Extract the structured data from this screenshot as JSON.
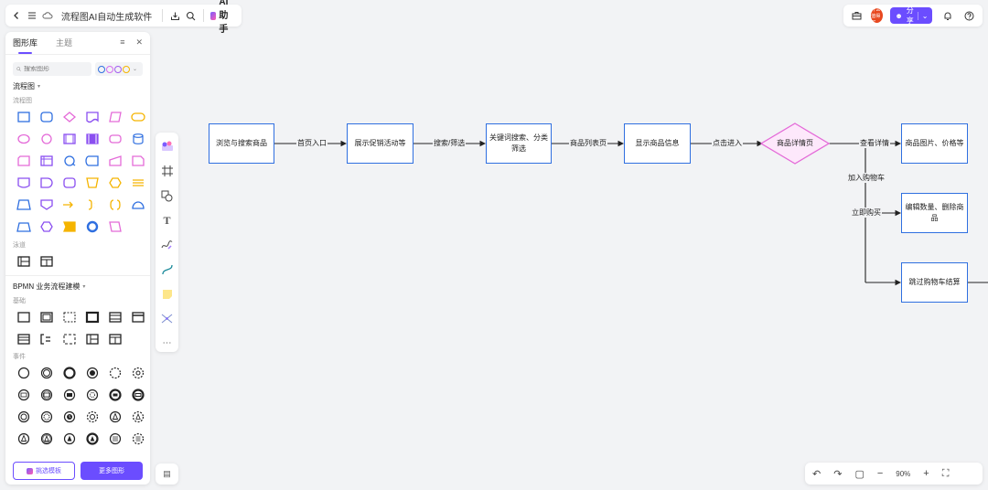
{
  "header": {
    "doc_title": "流程图AI自动生成软件",
    "ai_label": "AI助手",
    "share_label": "分享",
    "avatar_text": "什么值得买"
  },
  "panel": {
    "tabs": [
      {
        "label": "图形库"
      },
      {
        "label": "主题"
      }
    ],
    "search_placeholder": "搜索图形",
    "color_dots": [
      "#2f6fe0",
      "#d46bf0",
      "#a15cf0",
      "#f5b400"
    ],
    "sections": {
      "flowchart_title": "流程图",
      "flowchart_sub": "流程图",
      "lane_sub": "泳道",
      "bpmn_title": "BPMN 业务流程建模",
      "basic_sub": "基础",
      "event_sub": "事件"
    },
    "footer": {
      "template_btn": "挑选模板",
      "more_btn": "更多图形"
    }
  },
  "diagram": {
    "nodes": {
      "n1": "浏览与搜索商品",
      "n2": "展示促销活动等",
      "n3": "关键词搜索、分类筛选",
      "n4": "显示商品信息",
      "n5": "商品详情页",
      "n6": "商品图片、价格等",
      "n7": "编辑数量、删除商品",
      "n8": "跳过购物车结算"
    },
    "edges": {
      "e1": "首页入口",
      "e2": "搜索/筛选",
      "e3": "商品列表页",
      "e4": "点击进入",
      "e5": "查看详情",
      "e6": "加入购物车",
      "e7": "立即购买"
    },
    "colors": {
      "node_border": "#2f6fe0",
      "decision_border": "#e46ad8",
      "decision_fill": "#fde8fb",
      "edge": "#222222"
    }
  },
  "bottombar": {
    "zoom": "90%"
  }
}
